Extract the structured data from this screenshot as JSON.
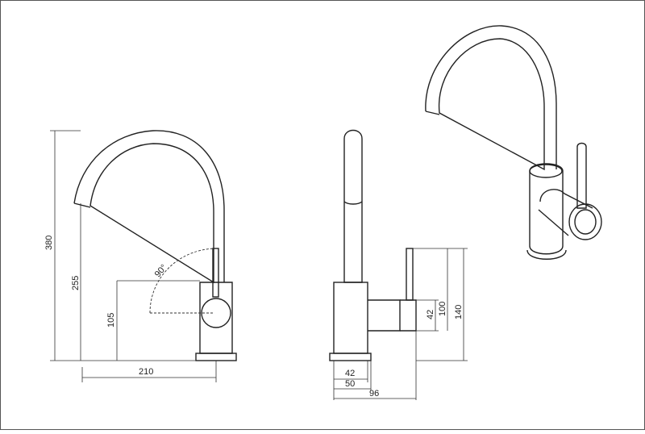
{
  "colors": {
    "line": "#222222",
    "dim": "#333333",
    "background": "#ffffff",
    "border": "#555555"
  },
  "front_view": {
    "dims": {
      "height_total": "380",
      "height_spout": "255",
      "height_lever": "105",
      "reach": "210"
    },
    "angle": "90°"
  },
  "side_view": {
    "dims": {
      "depth_body": "96",
      "base_dia": "50",
      "body_dia": "42",
      "lever_h": "42",
      "lever_offset": "100",
      "lever_total": "140"
    }
  }
}
